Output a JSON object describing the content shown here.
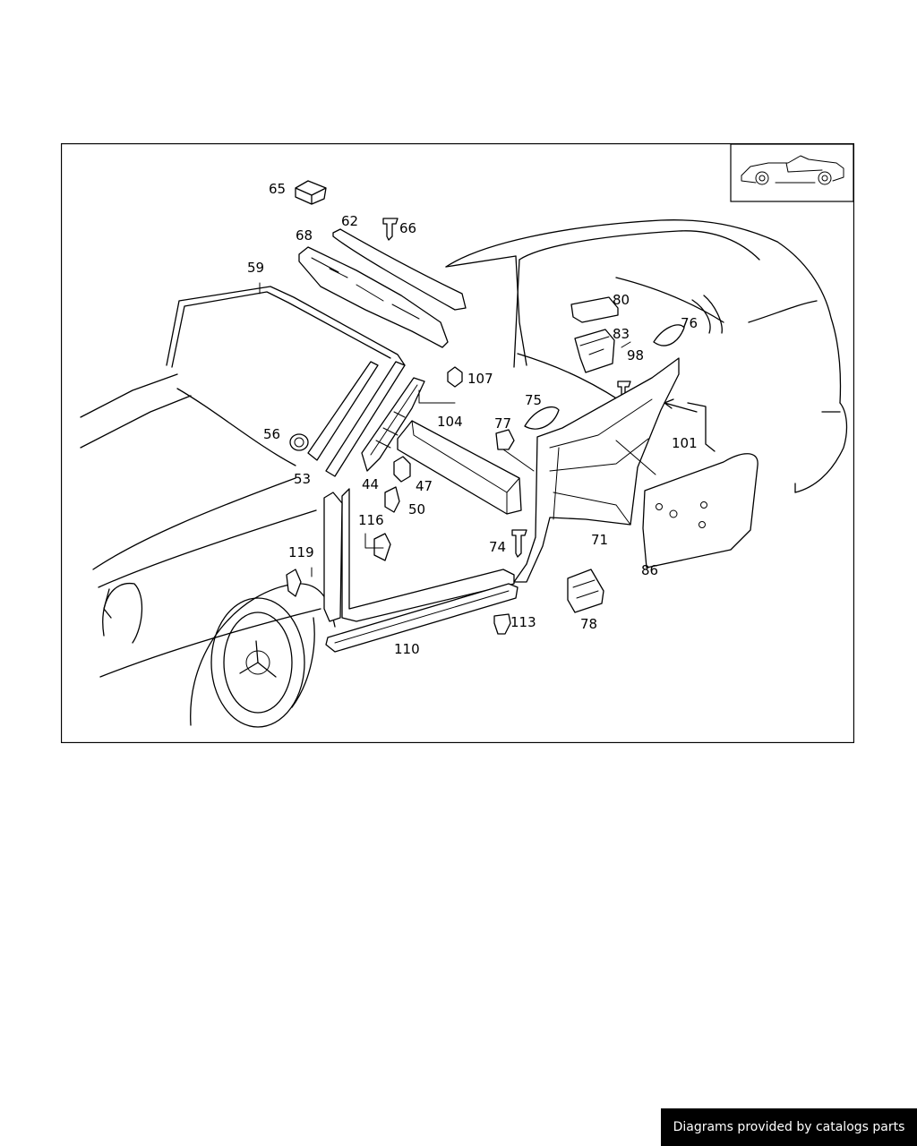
{
  "diagram": {
    "labels": [
      {
        "id": "p65",
        "text": "65"
      },
      {
        "id": "p62",
        "text": "62"
      },
      {
        "id": "p66",
        "text": "66"
      },
      {
        "id": "p68",
        "text": "68"
      },
      {
        "id": "p59",
        "text": "59"
      },
      {
        "id": "p80",
        "text": "80"
      },
      {
        "id": "p83",
        "text": "83"
      },
      {
        "id": "p76",
        "text": "76"
      },
      {
        "id": "p98",
        "text": "98"
      },
      {
        "id": "p107",
        "text": "107"
      },
      {
        "id": "p75",
        "text": "75"
      },
      {
        "id": "p104",
        "text": "104"
      },
      {
        "id": "p77",
        "text": "77"
      },
      {
        "id": "p101",
        "text": "101"
      },
      {
        "id": "p56",
        "text": "56"
      },
      {
        "id": "p53",
        "text": "53"
      },
      {
        "id": "p44",
        "text": "44"
      },
      {
        "id": "p47",
        "text": "47"
      },
      {
        "id": "p50",
        "text": "50"
      },
      {
        "id": "p116",
        "text": "116"
      },
      {
        "id": "p119",
        "text": "119"
      },
      {
        "id": "p74",
        "text": "74"
      },
      {
        "id": "p71",
        "text": "71"
      },
      {
        "id": "p86",
        "text": "86"
      },
      {
        "id": "p113",
        "text": "113"
      },
      {
        "id": "p78",
        "text": "78"
      },
      {
        "id": "p110",
        "text": "110"
      }
    ]
  },
  "footer": {
    "text": "Diagrams provided by catalogs parts"
  }
}
